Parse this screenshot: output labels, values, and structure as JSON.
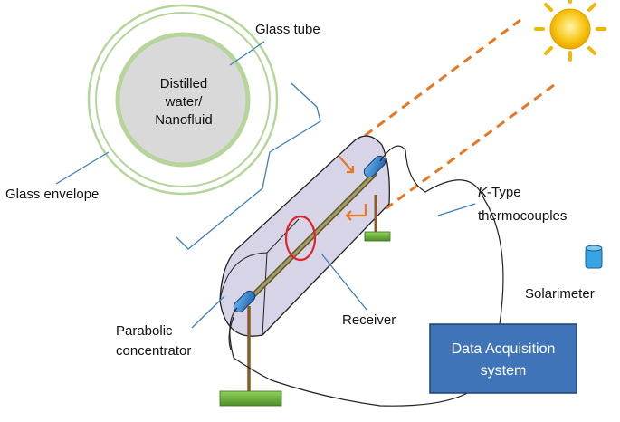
{
  "labels": {
    "glass_tube": "Glass tube",
    "distilled_line1": "Distilled",
    "distilled_line2": "water/",
    "distilled_line3": "Nanofluid",
    "glass_envelope": "Glass envelope",
    "k_type_prefix": "K",
    "k_type_suffix": "-Type",
    "thermocouples": "thermocouples",
    "solarimeter": "Solarimeter",
    "receiver": "Receiver",
    "parabolic_line1": "Parabolic",
    "parabolic_line2": "concentrator",
    "daq_line1": "Data Acquisition",
    "daq_line2": "system"
  },
  "colors": {
    "sun": "#f7c20c",
    "rays": "#e87722",
    "envelope_ring": "#b5d59a",
    "concentrator_fill": "#d6d4e6",
    "receiver_marker": "#e0242b",
    "daq_box": "#3f75b8",
    "solarimeter": "#3aa4e3",
    "support_base": "#7cc04a",
    "pointer_lines": "#3a7fc1"
  },
  "icons": {
    "sun": "sun-icon",
    "solarimeter": "solarimeter-icon",
    "thermocouple_probe": "thermocouple-probe-icon"
  }
}
